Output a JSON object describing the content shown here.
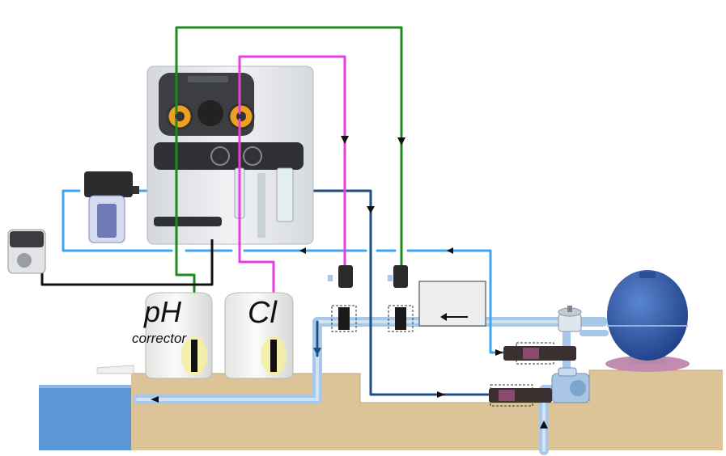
{
  "tanks": {
    "ph": {
      "title": "pH",
      "subtitle": "corrector"
    },
    "cl": {
      "title": "Cl"
    }
  },
  "panel": {
    "brand": "",
    "model": ""
  },
  "colors": {
    "green_line": "#1e8a1e",
    "magenta_line": "#e83ee0",
    "water_light": "#3ea6ee",
    "water_dark": "#1f4e86",
    "pipe_blue": "#a8c8ea",
    "ground": "#dcc398",
    "pool": "#5b97d4",
    "filter_tank": "#2f5aa6",
    "pump_ring": "#f0a020"
  },
  "icons": [
    "filter-cartridge-icon",
    "power-socket-icon",
    "injection-valve-icon",
    "heat-exchanger-icon",
    "sand-filter-icon",
    "circulation-pump-icon",
    "suction-lance-icon"
  ]
}
